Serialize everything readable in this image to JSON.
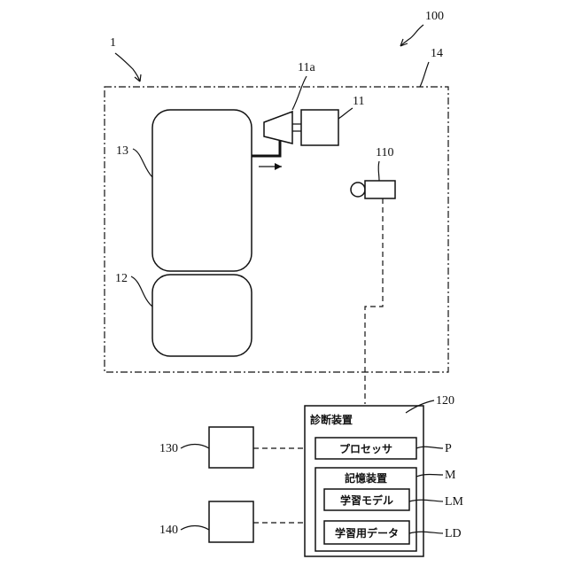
{
  "labels": {
    "system": "100",
    "vehicle": "1",
    "region": "14",
    "unit_11a": "11a",
    "unit_11": "11",
    "unit_13": "13",
    "unit_12": "12",
    "camera": "110",
    "diagnostic_device": "120",
    "device_130": "130",
    "device_140": "140",
    "processor_ref": "P",
    "memory_ref": "M",
    "model_ref": "LM",
    "data_ref": "LD"
  },
  "diagnostic": {
    "title": "診断装置",
    "processor": "プロセッサ",
    "memory": "記憶装置",
    "learned_model": "学習モデル",
    "training_data": "学習用データ"
  }
}
